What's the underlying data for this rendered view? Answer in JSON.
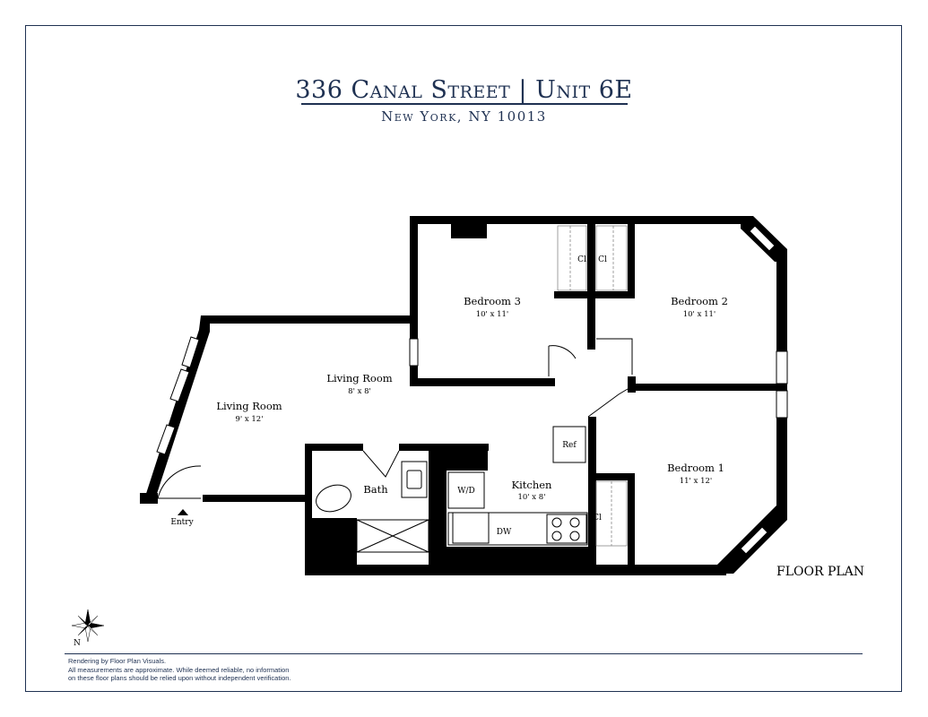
{
  "header": {
    "title": "336 Canal Street | Unit 6E",
    "subtitle": "New York, NY 10013"
  },
  "rooms": [
    {
      "name": "Living Room",
      "dims": "9' x 12'"
    },
    {
      "name": "Living Room",
      "dims": "8' x 8'"
    },
    {
      "name": "Bedroom 3",
      "dims": "10' x 11'"
    },
    {
      "name": "Bedroom 2",
      "dims": "10' x 11'"
    },
    {
      "name": "Bedroom 1",
      "dims": "11' x 12'"
    },
    {
      "name": "Kitchen",
      "dims": "10' x 8'"
    },
    {
      "name": "Bath",
      "dims": ""
    }
  ],
  "fixtures": {
    "closet": "Cl",
    "ref": "Ref",
    "washer_dryer": "W/D",
    "dishwasher": "DW"
  },
  "entry_label": "Entry",
  "plan_label": "FLOOR PLAN",
  "compass_label": "N",
  "disclaimer": [
    "Rendering by Floor Plan Visuals.",
    "All measurements are approximate. While deemed reliable, no information",
    "on these floor plans should be relied upon without independent verification."
  ],
  "colors": {
    "navy": "#1f3152",
    "wall": "#000000"
  }
}
